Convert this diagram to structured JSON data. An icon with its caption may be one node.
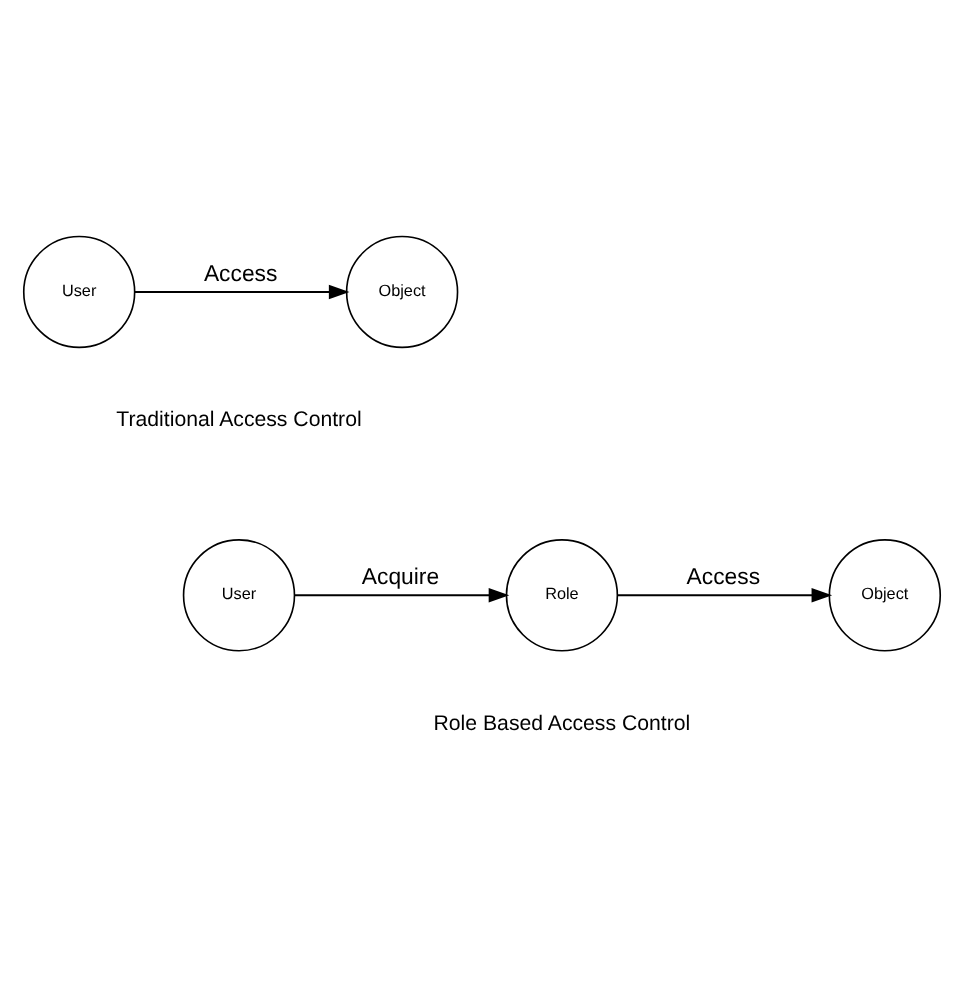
{
  "diagram": {
    "nodes": [
      {
        "text": [
          "User"
        ]
      },
      {
        "text": [
          "Object"
        ]
      },
      {
        "text": [
          "User"
        ]
      },
      {
        "text": [
          "Role"
        ]
      },
      {
        "text": [
          "Object"
        ]
      }
    ],
    "edges": [
      {
        "from": 0,
        "to": 1,
        "arrow": "to",
        "label": "Access"
      },
      {
        "from": 2,
        "to": 3,
        "arrow": "to",
        "label": "Acquire"
      },
      {
        "from": 3,
        "to": 4,
        "arrow": "to",
        "label": "Access"
      }
    ],
    "labels": [
      "Traditional Access Control",
      "Role Based Access Control"
    ]
  }
}
